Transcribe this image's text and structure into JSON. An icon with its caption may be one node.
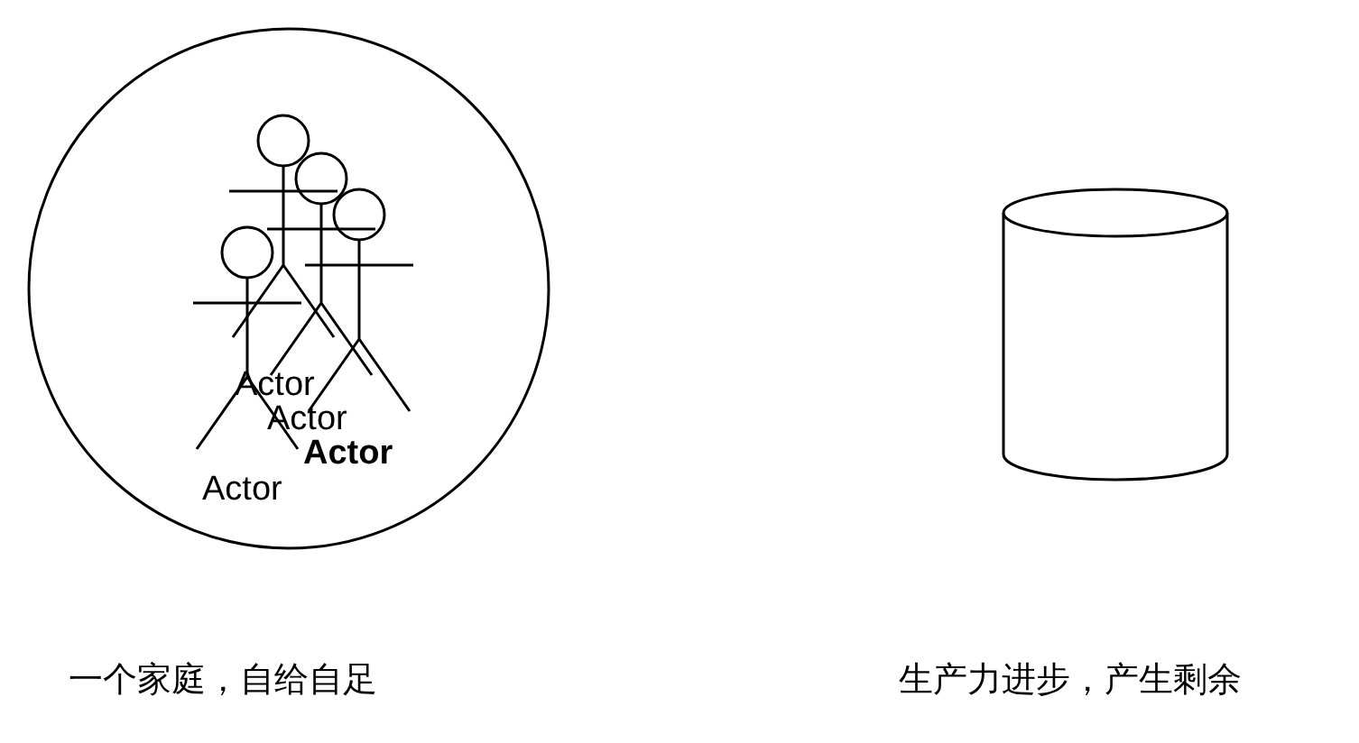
{
  "diagram": {
    "nodes": [
      {
        "text": [],
        "shape": "circle"
      },
      {
        "text": [
          "Actor"
        ],
        "in": 0
      },
      {
        "text": [
          "Actor"
        ],
        "in": 0
      },
      {
        "text": [
          "Actor"
        ],
        "in": 0
      },
      {
        "text": [
          "Actor"
        ],
        "in": 0
      },
      {
        "text": [],
        "shape": "cylinder"
      }
    ],
    "labels": [
      "一个家庭，自给自足",
      "生产力进步，产生剩余"
    ]
  }
}
